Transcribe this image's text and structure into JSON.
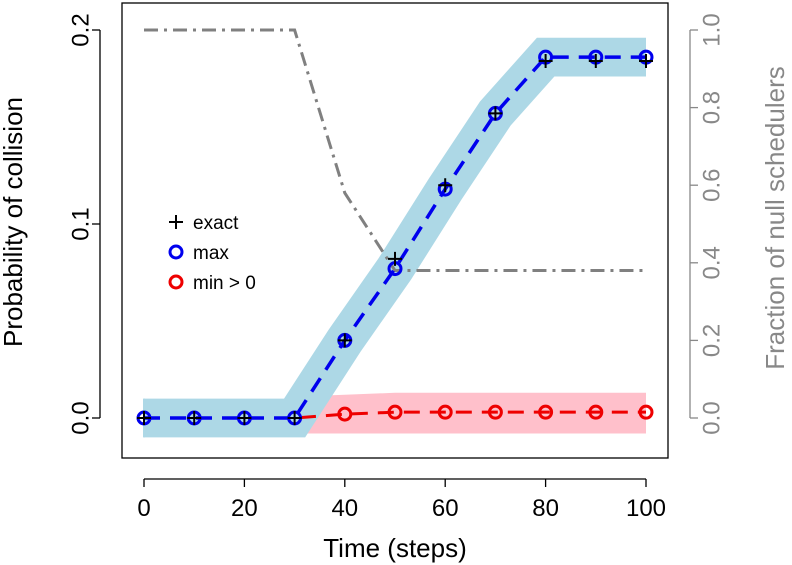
{
  "chart_data": {
    "type": "line",
    "xlabel": "Time (steps)",
    "ylabel": "Probability of collision",
    "y2label": "Fraction of null schedulers",
    "xlim": [
      0,
      100
    ],
    "ylim": [
      0,
      0.2
    ],
    "y2lim": [
      0,
      1.0
    ],
    "x_ticks": [
      0,
      20,
      40,
      60,
      80,
      100
    ],
    "x_tick_labels": [
      "0",
      "20",
      "40",
      "60",
      "80",
      "100"
    ],
    "y_ticks": [
      0,
      0.1,
      0.2
    ],
    "y_tick_labels": [
      "0.0",
      "0.1",
      "0.2"
    ],
    "y2_ticks": [
      0,
      0.2,
      0.4,
      0.6,
      0.8,
      1.0
    ],
    "y2_tick_labels": [
      "0.0",
      "0.2",
      "0.4",
      "0.6",
      "0.8",
      "1.0"
    ],
    "x": [
      0,
      10,
      20,
      30,
      40,
      50,
      60,
      70,
      80,
      90,
      100
    ],
    "series": [
      {
        "name": "exact",
        "marker": "plus",
        "color": "#000000",
        "values": [
          0,
          0,
          0,
          0,
          0.04,
          0.082,
          0.12,
          0.157,
          0.184,
          0.184,
          0.184
        ]
      },
      {
        "name": "max",
        "marker": "circle",
        "color": "#0000ee",
        "band_color": "#add8e6",
        "values": [
          0,
          0,
          0,
          0,
          0.04,
          0.077,
          0.118,
          0.157,
          0.186,
          0.186,
          0.186
        ],
        "band_halfwidth": 0.01
      },
      {
        "name": "min > 0",
        "marker": "circle",
        "color": "#ee0000",
        "band_color": "#ffc0cb",
        "values": [
          0,
          0,
          0,
          0,
          0.002,
          0.003,
          0.003,
          0.003,
          0.003,
          0.003,
          0.003
        ],
        "band_upper": [
          null,
          null,
          null,
          0.011,
          0.012,
          0.013,
          0.013,
          0.013,
          0.013,
          0.013,
          0.013
        ],
        "band_lower": [
          null,
          null,
          null,
          -0.008,
          -0.008,
          -0.008,
          -0.008,
          -0.008,
          -0.008,
          -0.008,
          -0.008
        ]
      },
      {
        "axis": "right",
        "style": "dashdot",
        "color": "#808080",
        "x": [
          0,
          30,
          40,
          50,
          100
        ],
        "values": [
          1.0,
          1.0,
          0.58,
          0.38,
          0.38
        ]
      }
    ],
    "legend": {
      "position": "left-middle",
      "entries": [
        {
          "label": "exact",
          "marker": "plus",
          "color": "#000000"
        },
        {
          "label": "max",
          "marker": "circle",
          "color": "#0000ee"
        },
        {
          "label": "min > 0",
          "marker": "circle",
          "color": "#ee0000"
        }
      ]
    },
    "grid": false
  }
}
